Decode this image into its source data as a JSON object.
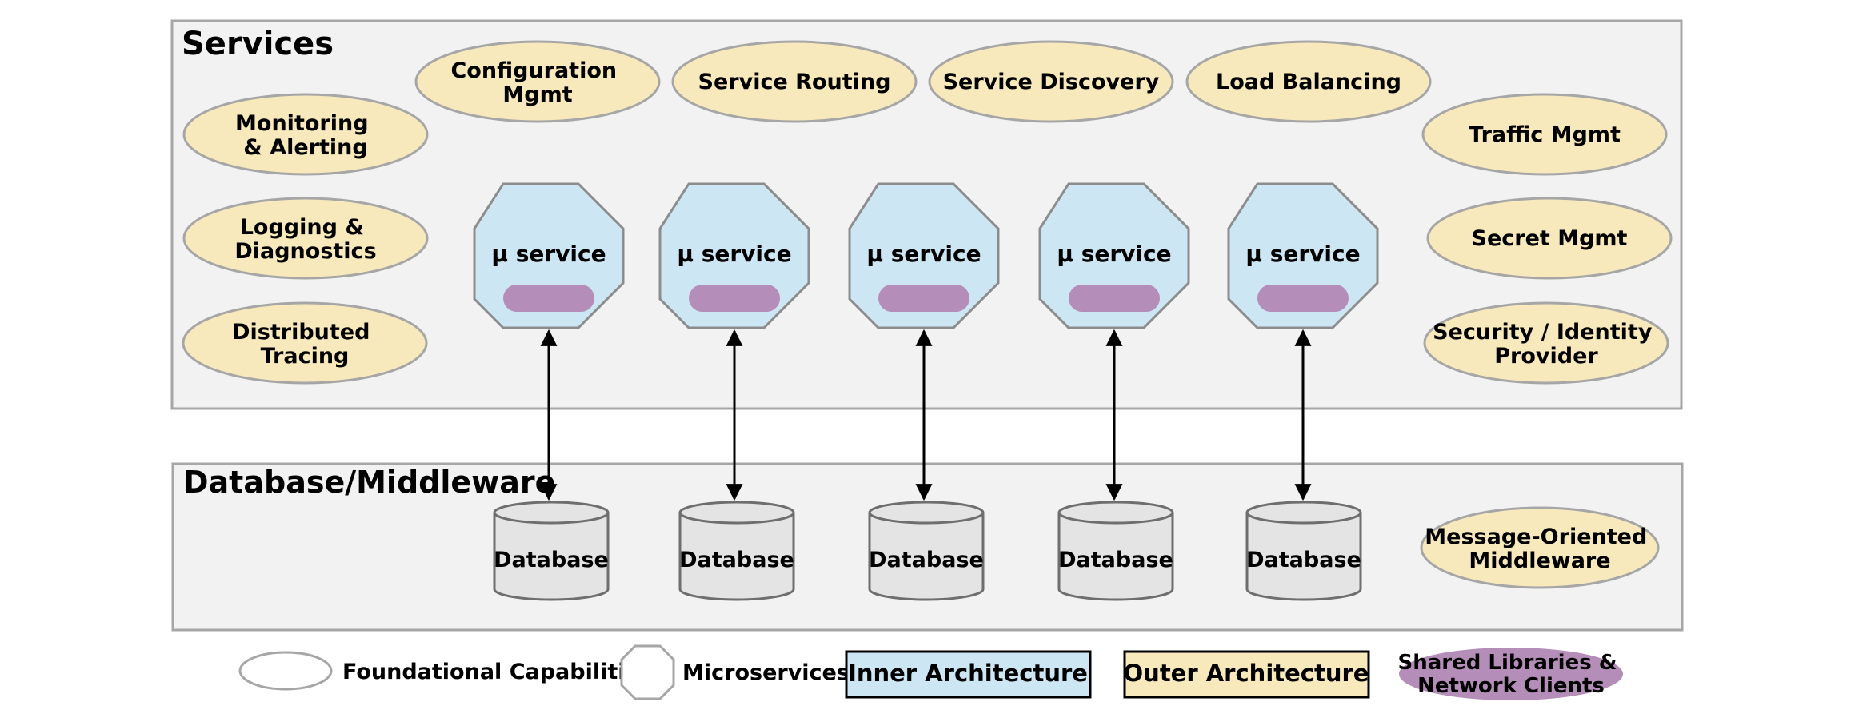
{
  "colors": {
    "panel_fill": "#f2f2f2",
    "panel_stroke": "#a6a6a6",
    "ellipse_fill": "#f8e9bc",
    "ellipse_stroke": "#a6a6a6",
    "octagon_fill": "#cde6f4",
    "octagon_stroke": "#8c8c8c",
    "pill_fill": "#b48db8",
    "db_fill": "#e4e4e4",
    "db_stroke": "#6e6e6e",
    "inner_box_fill": "#cde6f4",
    "outer_box_fill": "#f8e9bc",
    "shared_fill": "#b48db8"
  },
  "services_panel": {
    "title": "Services"
  },
  "database_panel": {
    "title": "Database/Middleware"
  },
  "outer_capabilities": {
    "top_row": [
      {
        "lines": [
          "Configuration",
          "Mgmt"
        ]
      },
      {
        "lines": [
          "Service Routing"
        ]
      },
      {
        "lines": [
          "Service Discovery"
        ]
      },
      {
        "lines": [
          "Load Balancing"
        ]
      }
    ],
    "left_column": [
      {
        "lines": [
          "Monitoring",
          "& Alerting"
        ]
      },
      {
        "lines": [
          "Logging &",
          "Diagnostics"
        ]
      },
      {
        "lines": [
          "Distributed",
          "Tracing"
        ]
      }
    ],
    "right_column": [
      {
        "lines": [
          "Traffic Mgmt"
        ]
      },
      {
        "lines": [
          "Secret Mgmt"
        ]
      },
      {
        "lines": [
          "Security / Identity",
          "Provider"
        ]
      }
    ]
  },
  "microservices": [
    {
      "label": "µ service"
    },
    {
      "label": "µ service"
    },
    {
      "label": "µ service"
    },
    {
      "label": "µ service"
    },
    {
      "label": "µ service"
    }
  ],
  "databases": [
    {
      "label": "Database"
    },
    {
      "label": "Database"
    },
    {
      "label": "Database"
    },
    {
      "label": "Database"
    },
    {
      "label": "Database"
    }
  ],
  "middleware": {
    "lines": [
      "Message-Oriented",
      "Middleware"
    ]
  },
  "legend": {
    "foundational": "Foundational Capabilities",
    "microservices": "Microservices",
    "inner": "Inner Architecture",
    "outer": "Outer Architecture",
    "shared_lines": [
      "Shared Libraries &",
      "Network Clients"
    ]
  }
}
